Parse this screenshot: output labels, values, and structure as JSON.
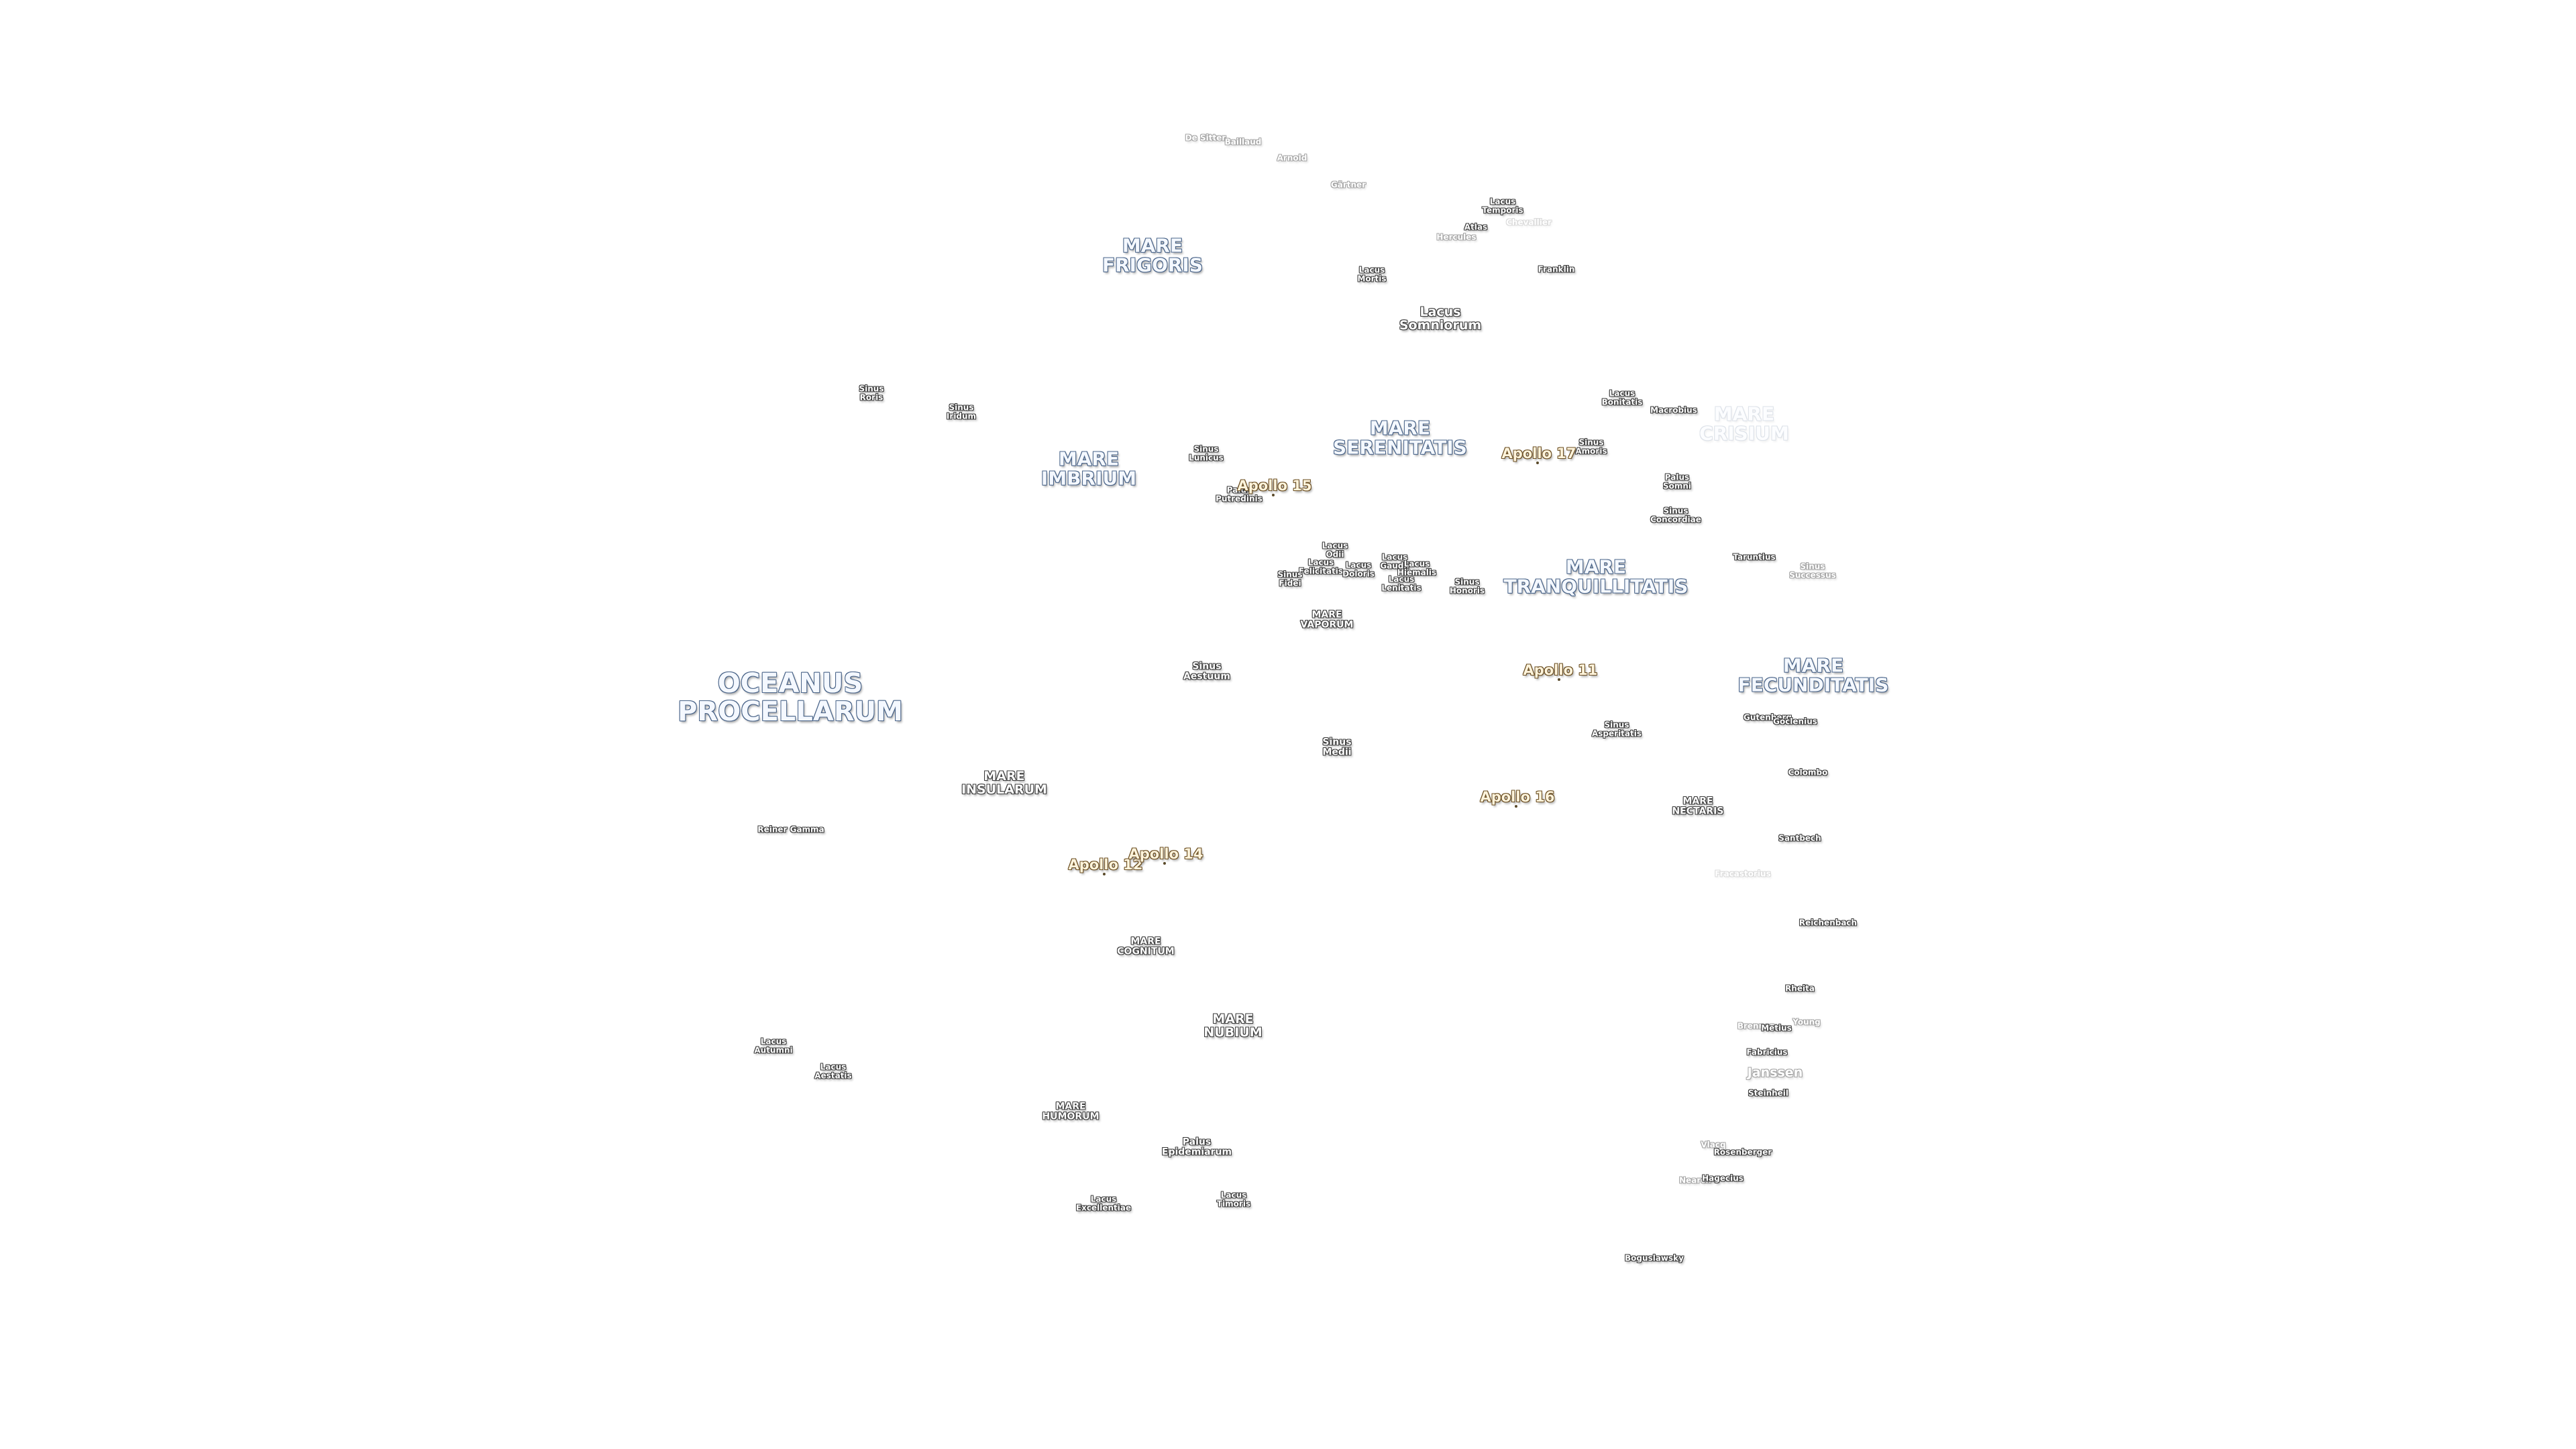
{
  "labels": [
    {
      "id": "oceanus-procellarum",
      "lines": [
        "OCEANUS",
        "PROCELLARUM"
      ],
      "kind": "ocean"
    },
    {
      "id": "mare-frigoris",
      "lines": [
        "MARE",
        "FRIGORIS"
      ],
      "kind": "mare"
    },
    {
      "id": "mare-imbrium",
      "lines": [
        "MARE",
        "IMBRIUM"
      ],
      "kind": "mare"
    },
    {
      "id": "mare-serenitatis",
      "lines": [
        "MARE",
        "SERENITATIS"
      ],
      "kind": "mare"
    },
    {
      "id": "mare-tranquillitatis",
      "lines": [
        "MARE",
        "TRANQUILLITATIS"
      ],
      "kind": "mare"
    },
    {
      "id": "mare-crisium",
      "lines": [
        "MARE",
        "CRISIUM"
      ],
      "kind": "mare",
      "fade": "ghost"
    },
    {
      "id": "mare-fecunditatis",
      "lines": [
        "MARE",
        "FECUNDITATIS"
      ],
      "kind": "mare"
    },
    {
      "id": "mare-vaporum",
      "lines": [
        "MARE",
        "VAPORUM"
      ],
      "kind": "small"
    },
    {
      "id": "mare-insularum",
      "lines": [
        "MARE",
        "INSULARUM"
      ],
      "kind": "med"
    },
    {
      "id": "mare-nectaris",
      "lines": [
        "MARE",
        "NECTARIS"
      ],
      "kind": "small"
    },
    {
      "id": "mare-cognitum",
      "lines": [
        "MARE",
        "COGNITUM"
      ],
      "kind": "small"
    },
    {
      "id": "mare-nubium",
      "lines": [
        "MARE",
        "NUBIUM"
      ],
      "kind": "med"
    },
    {
      "id": "mare-humorum",
      "lines": [
        "MARE",
        "HUMORUM"
      ],
      "kind": "small"
    },
    {
      "id": "lacus-somniorum",
      "lines": [
        "Lacus",
        "Somniorum"
      ],
      "kind": "med"
    },
    {
      "id": "lacus-mortis",
      "lines": [
        "Lacus",
        "Mortis"
      ],
      "kind": "tiny"
    },
    {
      "id": "lacus-temporis",
      "lines": [
        "Lacus",
        "Temporis"
      ],
      "kind": "tiny"
    },
    {
      "id": "lacus-bonitatis",
      "lines": [
        "Lacus",
        "Bonitatis"
      ],
      "kind": "tiny"
    },
    {
      "id": "lacus-autumni",
      "lines": [
        "Lacus",
        "Autumni"
      ],
      "kind": "tiny"
    },
    {
      "id": "lacus-aestatis",
      "lines": [
        "Lacus",
        "Aestatis"
      ],
      "kind": "tiny"
    },
    {
      "id": "lacus-excellentiae",
      "lines": [
        "Lacus",
        "Excellentiae"
      ],
      "kind": "tiny"
    },
    {
      "id": "lacus-timoris",
      "lines": [
        "Lacus",
        "Timoris"
      ],
      "kind": "tiny"
    },
    {
      "id": "lacus-felicitatis",
      "lines": [
        "Lacus",
        "Felicitatis"
      ],
      "kind": "tiny"
    },
    {
      "id": "lacus-doloris",
      "lines": [
        "Lacus",
        "Doloris"
      ],
      "kind": "tiny"
    },
    {
      "id": "lacus-odii",
      "lines": [
        "Lacus",
        "Odii"
      ],
      "kind": "tiny"
    },
    {
      "id": "lacus-gaudii",
      "lines": [
        "Lacus",
        "Gaudii"
      ],
      "kind": "tiny"
    },
    {
      "id": "lacus-hiemalis",
      "lines": [
        "Lacus",
        "Hiemalis"
      ],
      "kind": "tiny"
    },
    {
      "id": "lacus-lenitatis",
      "lines": [
        "Lacus",
        "Lenitatis"
      ],
      "kind": "tiny"
    },
    {
      "id": "sinus-roris",
      "lines": [
        "Sinus",
        "Roris"
      ],
      "kind": "tiny"
    },
    {
      "id": "sinus-iridum",
      "lines": [
        "Sinus",
        "Iridum"
      ],
      "kind": "tiny"
    },
    {
      "id": "sinus-lunicus",
      "lines": [
        "Sinus",
        "Lunicus"
      ],
      "kind": "tiny"
    },
    {
      "id": "sinus-amoris",
      "lines": [
        "Sinus",
        "Amoris"
      ],
      "kind": "tiny"
    },
    {
      "id": "sinus-concordiae",
      "lines": [
        "Sinus",
        "Concordiae"
      ],
      "kind": "tiny"
    },
    {
      "id": "sinus-fidei",
      "lines": [
        "Sinus",
        "Fidei"
      ],
      "kind": "tiny"
    },
    {
      "id": "sinus-honoris",
      "lines": [
        "Sinus",
        "Honoris"
      ],
      "kind": "tiny"
    },
    {
      "id": "sinus-aestuum",
      "lines": [
        "Sinus",
        "Aestuum"
      ],
      "kind": "small"
    },
    {
      "id": "sinus-medii",
      "lines": [
        "Sinus",
        "Medii"
      ],
      "kind": "small"
    },
    {
      "id": "sinus-asperitatis",
      "lines": [
        "Sinus",
        "Asperitatis"
      ],
      "kind": "tiny"
    },
    {
      "id": "sinus-successus",
      "lines": [
        "Sinus",
        "Successus"
      ],
      "kind": "tiny",
      "fade": "faded"
    },
    {
      "id": "palus-putredinis",
      "lines": [
        "Palus",
        "Putredinis"
      ],
      "kind": "tiny"
    },
    {
      "id": "palus-somni",
      "lines": [
        "Palus",
        "Somni"
      ],
      "kind": "tiny"
    },
    {
      "id": "palus-epidemiarum",
      "lines": [
        "Palus",
        "Epidemiarum"
      ],
      "kind": "small"
    },
    {
      "id": "de-sitter",
      "lines": [
        "De Sitter"
      ],
      "kind": "tiny",
      "fade": "faded"
    },
    {
      "id": "baillaud",
      "lines": [
        "Baillaud"
      ],
      "kind": "tiny",
      "fade": "faded"
    },
    {
      "id": "arnold",
      "lines": [
        "Arnold"
      ],
      "kind": "tiny",
      "fade": "faded"
    },
    {
      "id": "gartner",
      "lines": [
        "Gärtner"
      ],
      "kind": "tiny",
      "fade": "faded"
    },
    {
      "id": "atlas",
      "lines": [
        "Atlas"
      ],
      "kind": "tiny"
    },
    {
      "id": "hercules",
      "lines": [
        "Hercules"
      ],
      "kind": "tiny",
      "fade": "faded"
    },
    {
      "id": "chevallier",
      "lines": [
        "Chevallier"
      ],
      "kind": "tiny",
      "fade": "ghost"
    },
    {
      "id": "franklin",
      "lines": [
        "Franklin"
      ],
      "kind": "tiny"
    },
    {
      "id": "macrobius",
      "lines": [
        "Macrobius"
      ],
      "kind": "tiny"
    },
    {
      "id": "taruntius",
      "lines": [
        "Taruntius"
      ],
      "kind": "tiny"
    },
    {
      "id": "gutenberg",
      "lines": [
        "Gutenberg"
      ],
      "kind": "tiny"
    },
    {
      "id": "goclenius",
      "lines": [
        "Goclenius"
      ],
      "kind": "tiny"
    },
    {
      "id": "colombo",
      "lines": [
        "Colombo"
      ],
      "kind": "tiny"
    },
    {
      "id": "santbech",
      "lines": [
        "Santbech"
      ],
      "kind": "tiny"
    },
    {
      "id": "fracastorius",
      "lines": [
        "Fracastorius"
      ],
      "kind": "tiny",
      "fade": "ghost"
    },
    {
      "id": "reichenbach",
      "lines": [
        "Reichenbach"
      ],
      "kind": "tiny"
    },
    {
      "id": "rheita",
      "lines": [
        "Rheita"
      ],
      "kind": "tiny"
    },
    {
      "id": "young",
      "lines": [
        "Young"
      ],
      "kind": "tiny",
      "fade": "faded"
    },
    {
      "id": "brenner",
      "lines": [
        "Brenner"
      ],
      "kind": "tiny",
      "fade": "faded"
    },
    {
      "id": "metius",
      "lines": [
        "Metius"
      ],
      "kind": "tiny"
    },
    {
      "id": "fabricius",
      "lines": [
        "Fabricius"
      ],
      "kind": "tiny"
    },
    {
      "id": "janssen",
      "lines": [
        "Janssen"
      ],
      "kind": "med",
      "fade": "faded"
    },
    {
      "id": "steinheil",
      "lines": [
        "Steinheil"
      ],
      "kind": "tiny"
    },
    {
      "id": "vlacq",
      "lines": [
        "Vlacq"
      ],
      "kind": "tiny",
      "fade": "faded"
    },
    {
      "id": "rosenberger",
      "lines": [
        "Rosenberger"
      ],
      "kind": "tiny"
    },
    {
      "id": "nearch",
      "lines": [
        "Nearch"
      ],
      "kind": "tiny",
      "fade": "faded"
    },
    {
      "id": "hagecius",
      "lines": [
        "Hagecius"
      ],
      "kind": "tiny"
    },
    {
      "id": "boguslawsky",
      "lines": [
        "Boguslawsky"
      ],
      "kind": "tiny"
    },
    {
      "id": "reiner-gamma",
      "lines": [
        "Reiner Gamma"
      ],
      "kind": "tiny"
    },
    {
      "id": "apollo-11",
      "lines": [
        "Apollo 11"
      ],
      "kind": "apollo"
    },
    {
      "id": "apollo-12",
      "lines": [
        "Apollo 12"
      ],
      "kind": "apollo"
    },
    {
      "id": "apollo-14",
      "lines": [
        "Apollo 14"
      ],
      "kind": "apollo"
    },
    {
      "id": "apollo-15",
      "lines": [
        "Apollo 15"
      ],
      "kind": "apollo"
    },
    {
      "id": "apollo-16",
      "lines": [
        "Apollo 16"
      ],
      "kind": "apollo"
    },
    {
      "id": "apollo-17",
      "lines": [
        "Apollo 17"
      ],
      "kind": "apollo"
    }
  ]
}
